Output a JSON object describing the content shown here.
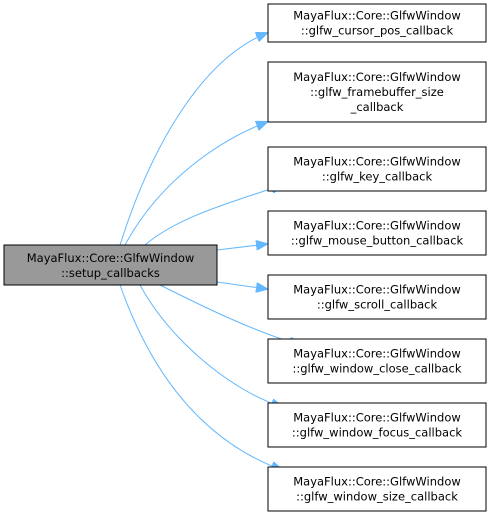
{
  "colors": {
    "source_fill": "#999999",
    "node_fill": "#ffffff",
    "node_stroke": "#000000",
    "edge": "#63b8ff"
  },
  "source": {
    "line1": "MayaFlux::Core::GlfwWindow",
    "line2": "::setup_callbacks"
  },
  "targets": [
    {
      "lines": [
        "MayaFlux::Core::GlfwWindow",
        "::glfw_cursor_pos_callback"
      ]
    },
    {
      "lines": [
        "MayaFlux::Core::GlfwWindow",
        "::glfw_framebuffer_size",
        "_callback"
      ]
    },
    {
      "lines": [
        "MayaFlux::Core::GlfwWindow",
        "::glfw_key_callback"
      ]
    },
    {
      "lines": [
        "MayaFlux::Core::GlfwWindow",
        "::glfw_mouse_button_callback"
      ]
    },
    {
      "lines": [
        "MayaFlux::Core::GlfwWindow",
        "::glfw_scroll_callback"
      ]
    },
    {
      "lines": [
        "MayaFlux::Core::GlfwWindow",
        "::glfw_window_close_callback"
      ]
    },
    {
      "lines": [
        "MayaFlux::Core::GlfwWindow",
        "::glfw_window_focus_callback"
      ]
    },
    {
      "lines": [
        "MayaFlux::Core::GlfwWindow",
        "::glfw_window_size_callback"
      ]
    }
  ]
}
